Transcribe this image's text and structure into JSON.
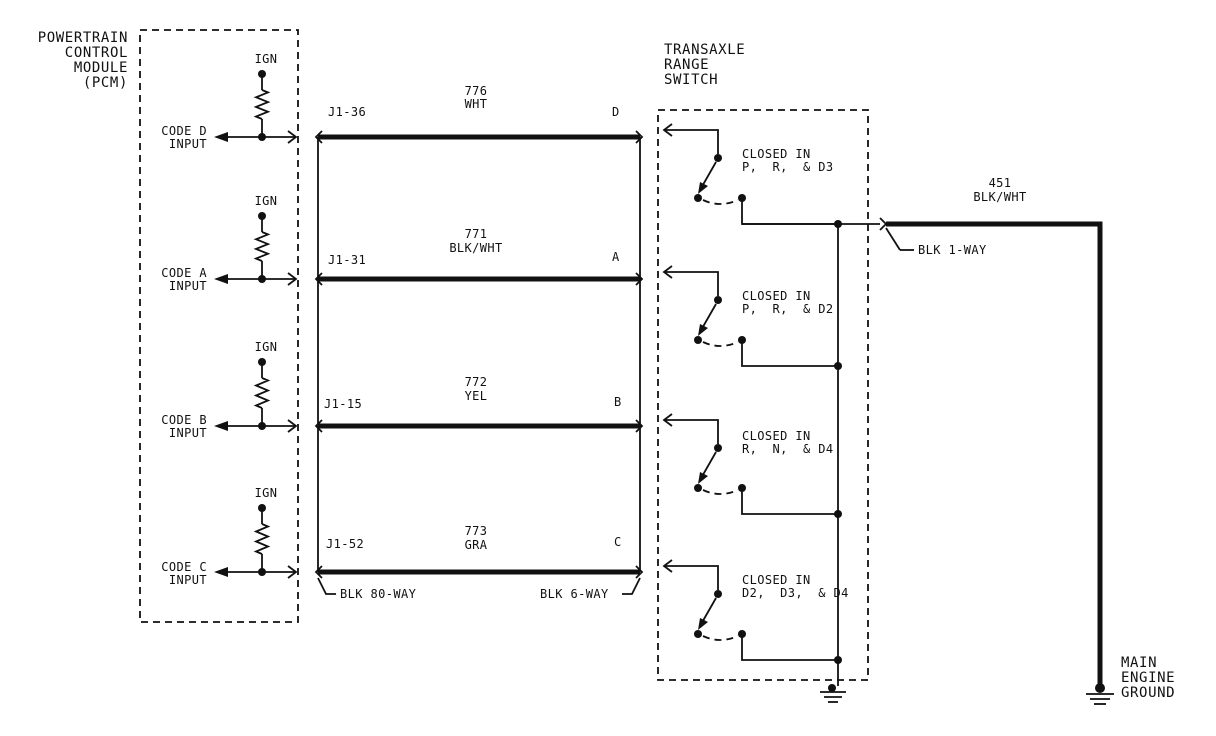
{
  "pcm": {
    "title": "POWERTRAIN\nCONTROL\nMODULE\n(PCM)",
    "ign_label": "IGN",
    "inputs": [
      "CODE D\nINPUT",
      "CODE A\nINPUT",
      "CODE B\nINPUT",
      "CODE C\nINPUT"
    ]
  },
  "circuits": [
    {
      "pin": "J1-36",
      "number": "776",
      "color": "WHT",
      "terminal": "D"
    },
    {
      "pin": "J1-31",
      "number": "771",
      "color": "BLK/WHT",
      "terminal": "A"
    },
    {
      "pin": "J1-15",
      "number": "772",
      "color": "YEL",
      "terminal": "B"
    },
    {
      "pin": "J1-52",
      "number": "773",
      "color": "GRA",
      "terminal": "C"
    }
  ],
  "connectors": {
    "pcm_side": "BLK 80-WAY",
    "switch_side": "BLK 6-WAY",
    "ground_side": "BLK 1-WAY"
  },
  "switch": {
    "title": "TRANSAXLE\nRANGE\nSWITCH",
    "contacts": [
      "CLOSED IN\nP,  R,  & D3",
      "CLOSED IN\nP,  R,  & D2",
      "CLOSED IN\nR,  N,  & D4",
      "CLOSED IN\nD2,  D3,  & D4"
    ]
  },
  "ground_wire": {
    "number": "451",
    "color": "BLK/WHT"
  },
  "ground": {
    "label": "MAIN\nENGINE\nGROUND"
  }
}
